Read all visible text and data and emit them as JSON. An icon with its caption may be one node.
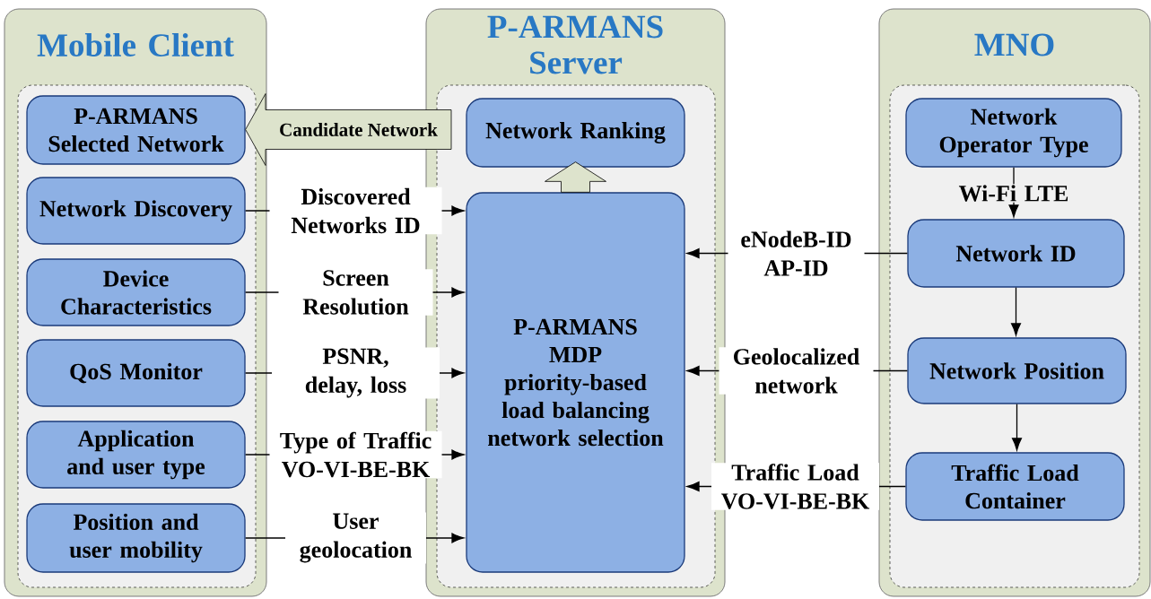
{
  "diagram": {
    "nodes": [
      {
        "text": [
          "Mobile Client"
        ]
      },
      {
        "text": [],
        "shape": "box",
        "in": 0
      },
      {
        "text": [
          "P-ARMANS Selected Network"
        ],
        "in": 1
      },
      {
        "text": [
          "Network Discovery"
        ],
        "in": 1
      },
      {
        "text": [
          "Device Characteristics"
        ],
        "in": 1
      },
      {
        "text": [
          "QoS Monitor"
        ],
        "in": 1
      },
      {
        "text": [
          "Application and user type"
        ],
        "in": 1
      },
      {
        "text": [
          "Position and user mobility"
        ],
        "in": 1
      },
      {
        "text": [
          "P-ARMANS Server"
        ]
      },
      {
        "text": [],
        "shape": "box",
        "in": 8
      },
      {
        "text": [
          "Network Ranking"
        ],
        "in": 9
      },
      {
        "text": [
          "P-ARMANS",
          "MDP",
          "priority-based load balancing network selection"
        ],
        "in": 9
      },
      {
        "text": [
          "MNO"
        ]
      },
      {
        "text": [],
        "shape": "box",
        "in": 12
      },
      {
        "text": [
          "Network Operator Type"
        ],
        "in": 13
      },
      {
        "text": [
          "Network ID"
        ],
        "in": 13
      },
      {
        "text": [
          "Network Position"
        ],
        "in": 13
      },
      {
        "text": [
          "Traffic Load Container"
        ],
        "in": 13
      }
    ],
    "edges": [
      {
        "from": 10,
        "to": 2,
        "arrow": "to",
        "label": "Candidate Network",
        "style": "thick"
      },
      {
        "from": 11,
        "to": 10,
        "arrow": "to",
        "style": "thick"
      },
      {
        "from": 3,
        "to": 11,
        "arrow": "to",
        "label": "Discovered Networks ID"
      },
      {
        "from": 4,
        "to": 11,
        "arrow": "to",
        "label": "Screen Resolution"
      },
      {
        "from": 5,
        "to": 11,
        "arrow": "to",
        "label": "PSNR, delay, loss"
      },
      {
        "from": 6,
        "to": 11,
        "arrow": "to",
        "label": "Type of Traffic VO-VI-BE-BK"
      },
      {
        "from": 7,
        "to": 11,
        "arrow": "to",
        "label": "User geolocation"
      },
      {
        "from": 14,
        "to": 15,
        "arrow": "to",
        "label": "Wi-Fi LTE"
      },
      {
        "from": 15,
        "to": 11,
        "arrow": "to",
        "label": "eNodeB-ID AP-ID"
      },
      {
        "from": 15,
        "to": 16,
        "arrow": "to"
      },
      {
        "from": 16,
        "to": 11,
        "arrow": "to",
        "label": "Geolocalized network"
      },
      {
        "from": 16,
        "to": 17,
        "arrow": "to"
      },
      {
        "from": 17,
        "to": 11,
        "arrow": "to",
        "label": "Traffic Load VO-VI-BE-BK"
      }
    ]
  }
}
